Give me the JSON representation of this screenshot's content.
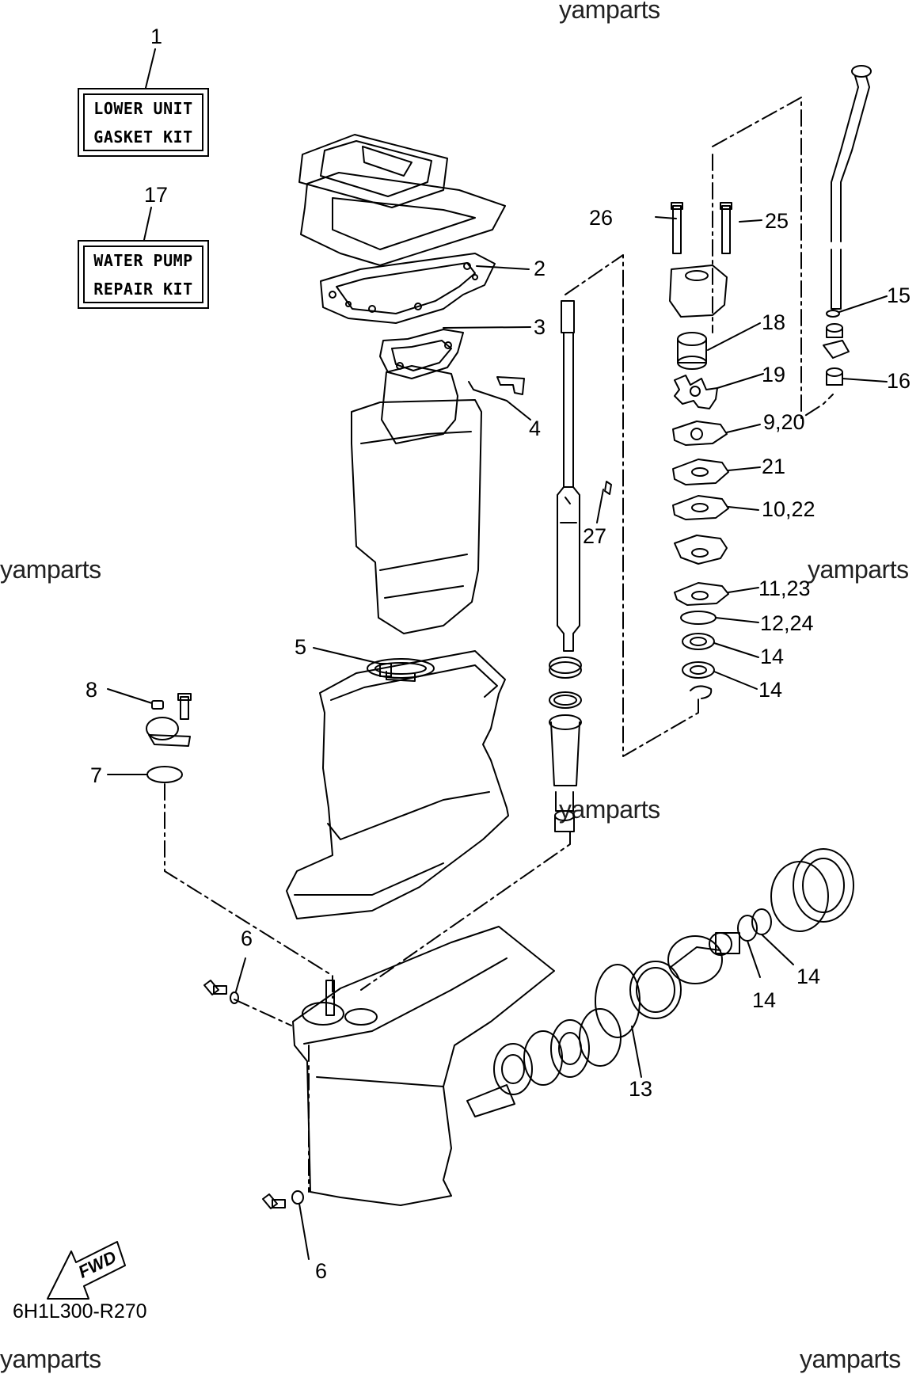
{
  "watermark": "yamparts",
  "figure_code": "6H1L300-R270",
  "fwd_label": "FWD",
  "kits": [
    {
      "ref": "1",
      "lines": [
        "LOWER UNIT",
        "GASKET KIT"
      ]
    },
    {
      "ref": "17",
      "lines": [
        "WATER PUMP",
        "REPAIR KIT"
      ]
    }
  ],
  "callouts": {
    "c2": "2",
    "c3": "3",
    "c4": "4",
    "c5": "5",
    "c6a": "6",
    "c6b": "6",
    "c7": "7",
    "c8": "8",
    "c9_20": "9,20",
    "c10_22": "10,22",
    "c11_23": "11,23",
    "c12_24": "12,24",
    "c13": "13",
    "c14a": "14",
    "c14b": "14",
    "c14c": "14",
    "c14d": "14",
    "c15": "15",
    "c16": "16",
    "c18": "18",
    "c19": "19",
    "c21": "21",
    "c25": "25",
    "c26": "26",
    "c27": "27"
  }
}
